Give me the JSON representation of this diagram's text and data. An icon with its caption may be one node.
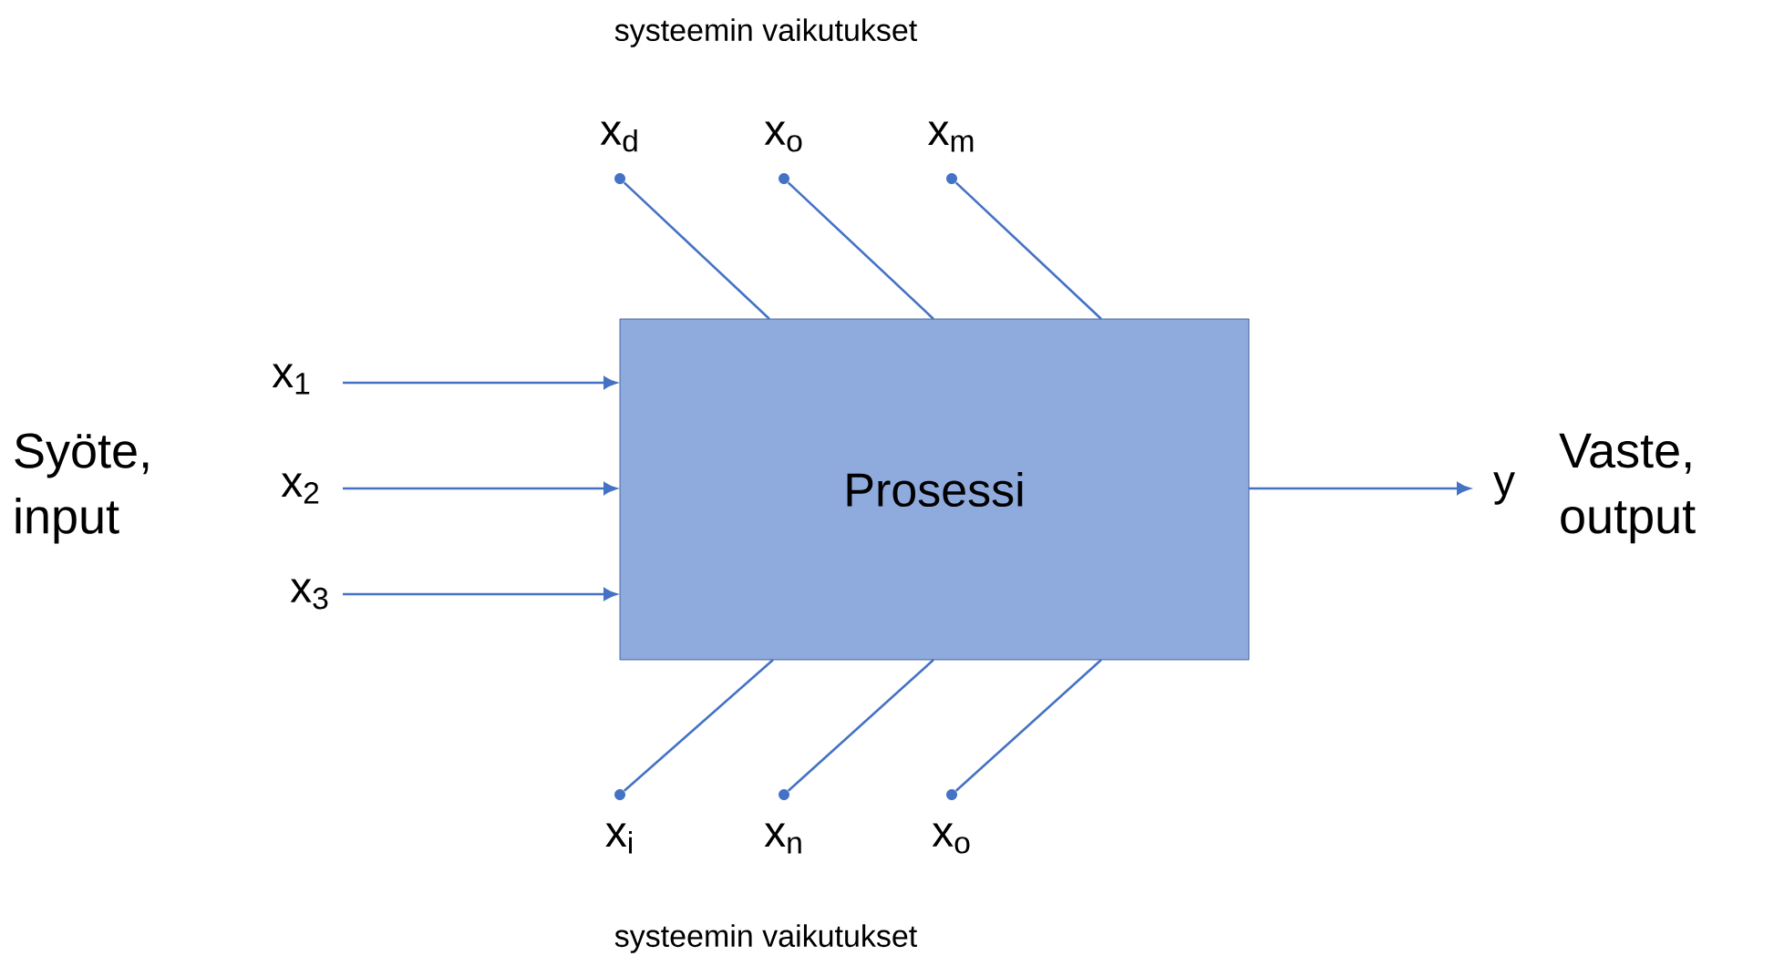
{
  "diagram": {
    "nodes": [
      {
        "text": [
          "Prosessi"
        ]
      },
      {
        "text": [
          "x$_{1}$"
        ]
      },
      {
        "text": [
          "x$_{2}$"
        ]
      },
      {
        "text": [
          "x$_{3}$"
        ]
      },
      {
        "text": [
          "y"
        ]
      },
      {
        "text": [],
        "shape": "circle",
        "beside": [
          "x$_{d}$"
        ]
      },
      {
        "text": [],
        "shape": "circle",
        "beside": [
          "x$_{o}$"
        ]
      },
      {
        "text": [],
        "shape": "circle",
        "beside": [
          "x$_{m}$"
        ]
      },
      {
        "text": [],
        "shape": "circle",
        "beside": [
          "x$_{i}$"
        ]
      },
      {
        "text": [],
        "shape": "circle",
        "beside": [
          "x$_{n}$"
        ]
      },
      {
        "text": [],
        "shape": "circle",
        "beside": [
          "x$_{o}$"
        ]
      }
    ],
    "edges": [
      {
        "from": 1,
        "to": 0,
        "arrow": "to"
      },
      {
        "from": 2,
        "to": 0,
        "arrow": "to"
      },
      {
        "from": 3,
        "to": 0,
        "arrow": "to"
      },
      {
        "from": 0,
        "to": 4,
        "arrow": "to"
      },
      {
        "from": 5,
        "to": 0,
        "arrow": "none"
      },
      {
        "from": 6,
        "to": 0,
        "arrow": "none"
      },
      {
        "from": 7,
        "to": 0,
        "arrow": "none"
      },
      {
        "from": 8,
        "to": 0,
        "arrow": "none"
      },
      {
        "from": 9,
        "to": 0,
        "arrow": "none"
      },
      {
        "from": 10,
        "to": 0,
        "arrow": "none"
      }
    ],
    "labels": [
      "systeemin vaikutukset",
      "Syöte, input",
      "Vaste, output",
      "systeemin vaikutukset"
    ]
  }
}
